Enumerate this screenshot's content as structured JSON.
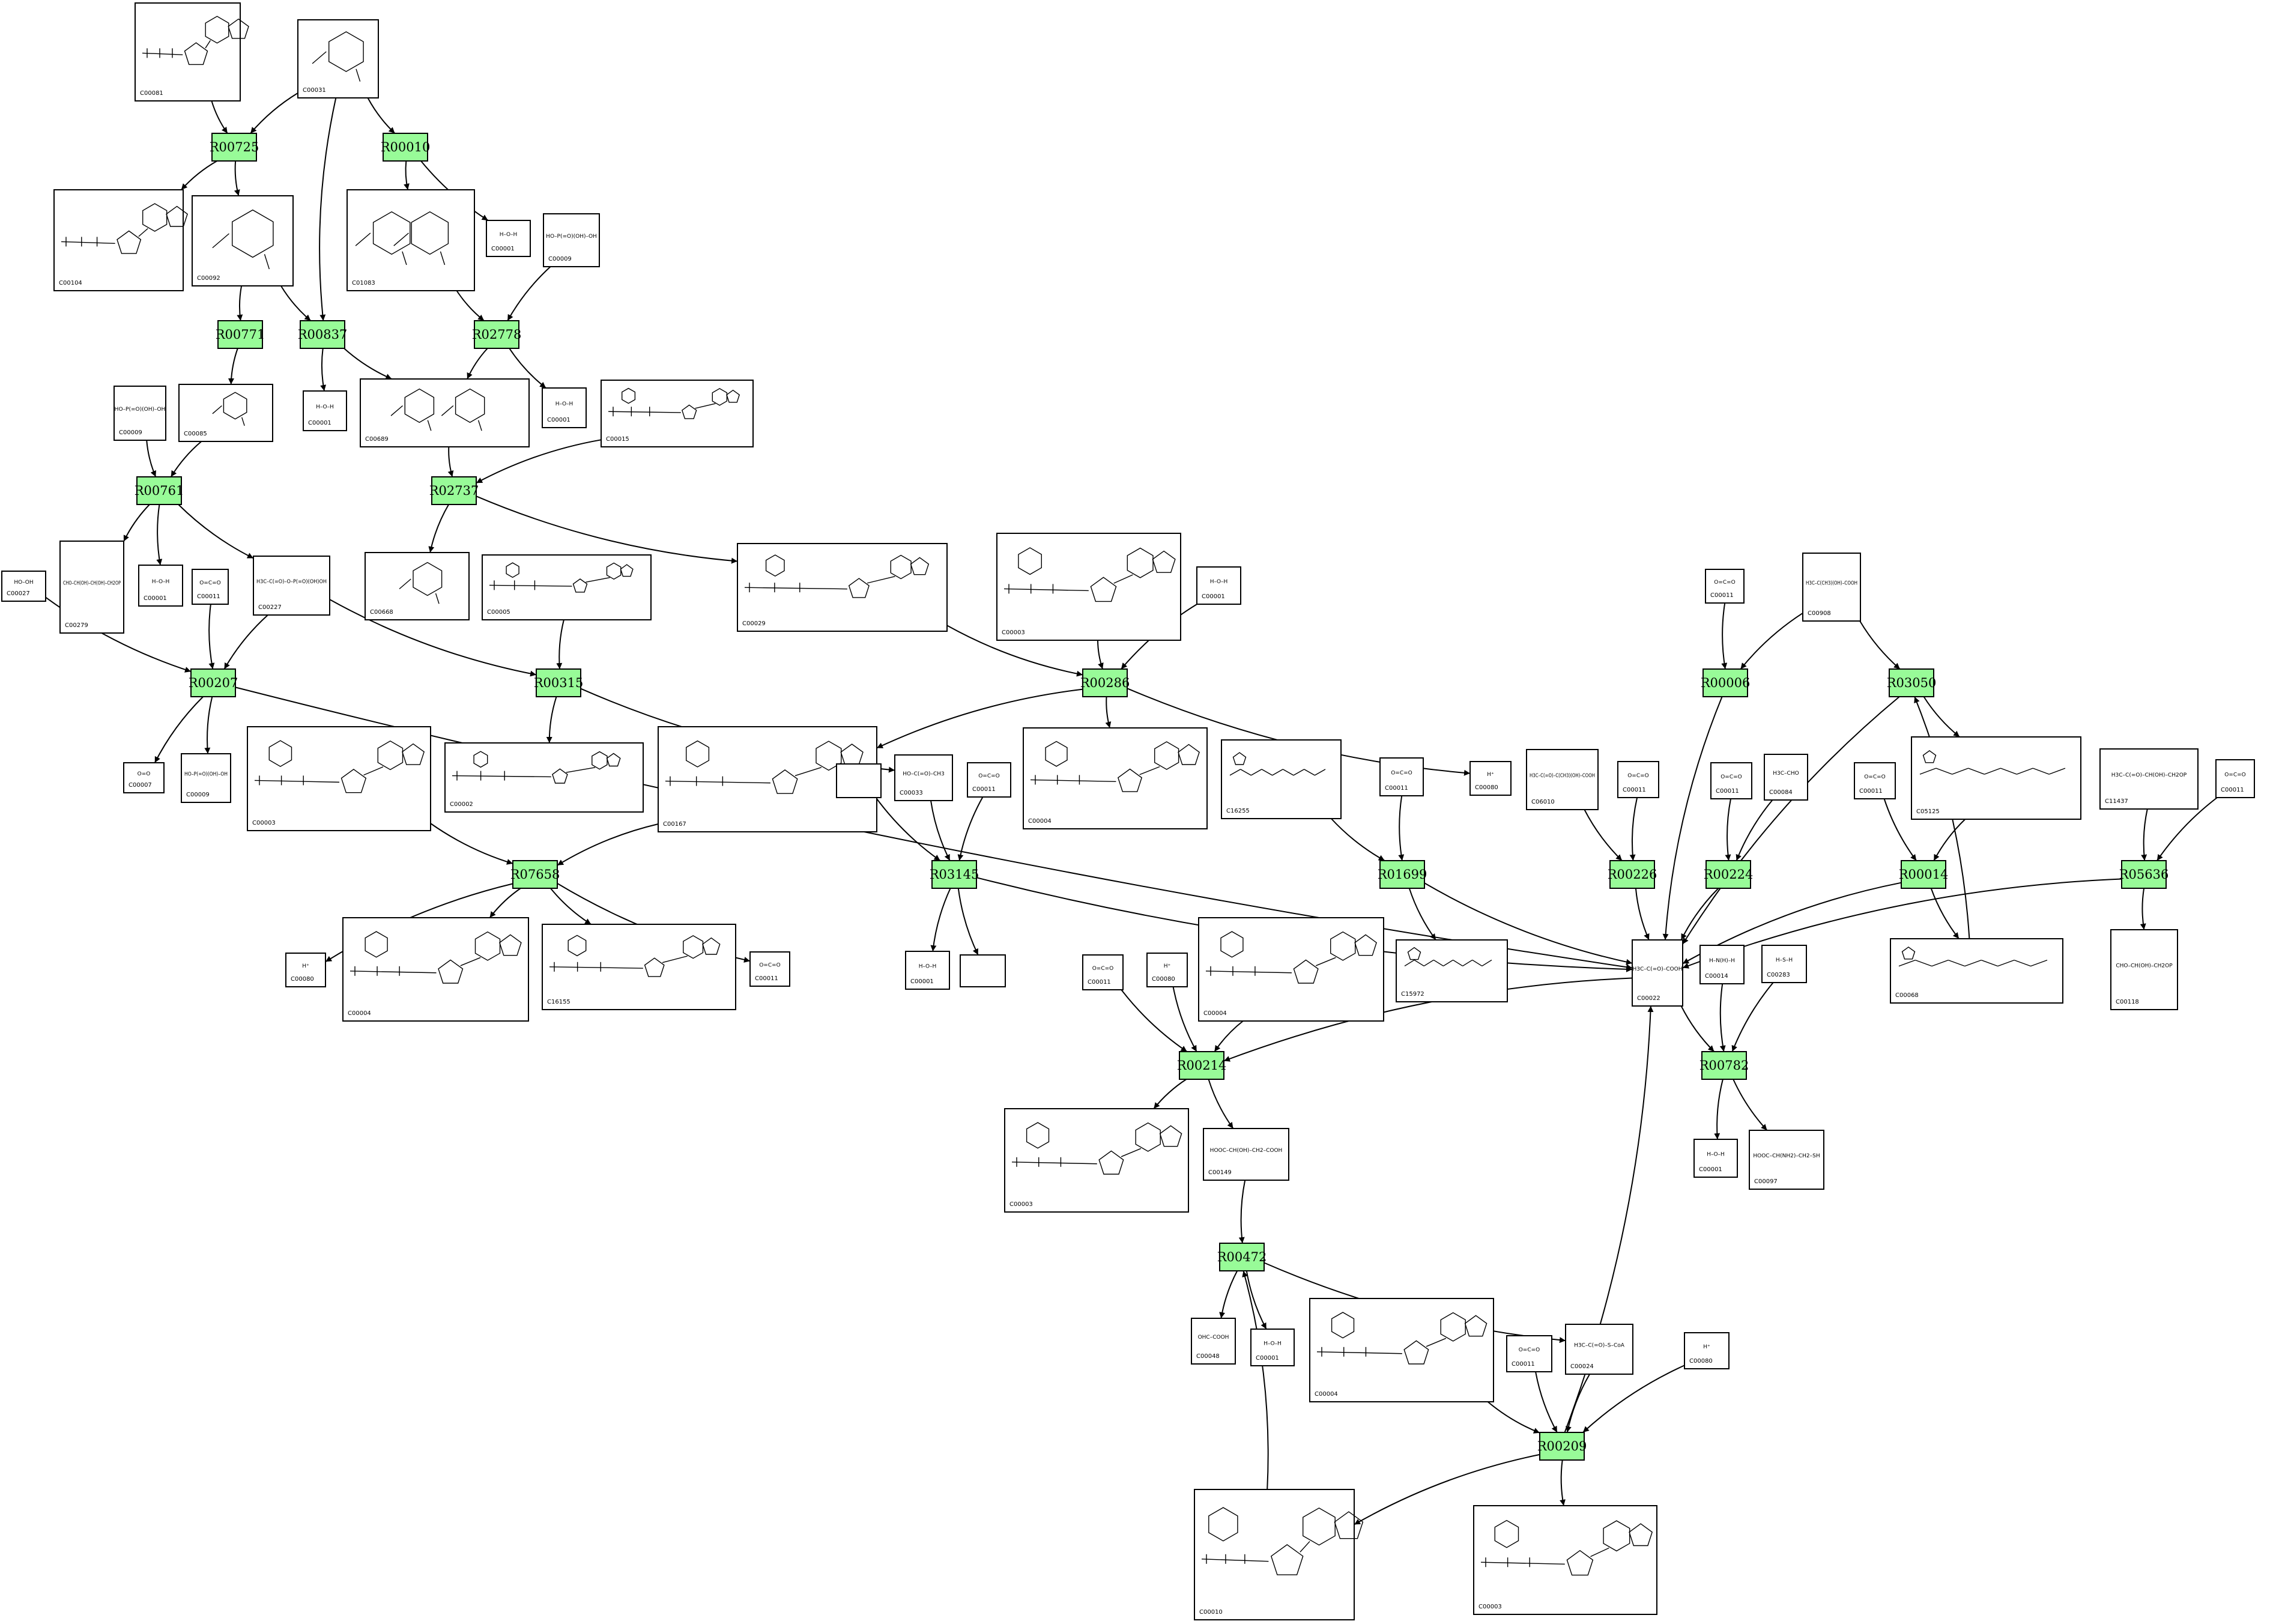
{
  "reactions": [
    {
      "id": "R00725"
    },
    {
      "id": "R00010"
    },
    {
      "id": "R00771"
    },
    {
      "id": "R00837"
    },
    {
      "id": "R02778"
    },
    {
      "id": "R00761"
    },
    {
      "id": "R02737"
    },
    {
      "id": "R00207"
    },
    {
      "id": "R00315"
    },
    {
      "id": "R00286"
    },
    {
      "id": "R07658"
    },
    {
      "id": "R03145"
    },
    {
      "id": "R01699"
    },
    {
      "id": "R00226"
    },
    {
      "id": "R00224"
    },
    {
      "id": "R00006"
    },
    {
      "id": "R03050"
    },
    {
      "id": "R00014"
    },
    {
      "id": "R05636"
    },
    {
      "id": "R00214"
    },
    {
      "id": "R00782"
    },
    {
      "id": "R00472"
    },
    {
      "id": "R00209"
    }
  ],
  "compounds": [
    {
      "key": "n1",
      "id": "C00081",
      "kind": "nuc"
    },
    {
      "key": "n2",
      "id": "C00031",
      "kind": "sugar"
    },
    {
      "key": "n3",
      "id": "C00104",
      "kind": "nuc"
    },
    {
      "key": "n4",
      "id": "C00092",
      "kind": "sugar"
    },
    {
      "key": "n5",
      "id": "C01083",
      "kind": "sugar2"
    },
    {
      "key": "n6",
      "id": "C00001",
      "kind": "small",
      "label": "H–O–H"
    },
    {
      "key": "n7",
      "id": "C00009",
      "kind": "small",
      "label": "HO–P(=O)(OH)–OH"
    },
    {
      "key": "n8",
      "id": "C00009",
      "kind": "small",
      "label": "HO–P(=O)(OH)–OH"
    },
    {
      "key": "n9",
      "id": "C00085",
      "kind": "sugar"
    },
    {
      "key": "n10",
      "id": "C00001",
      "kind": "small",
      "label": "H–O–H"
    },
    {
      "key": "n11",
      "id": "C00689",
      "kind": "sugar2"
    },
    {
      "key": "n12",
      "id": "C00001",
      "kind": "small",
      "label": "H–O–H"
    },
    {
      "key": "n13",
      "id": "C00015",
      "kind": "nuc"
    },
    {
      "key": "n14",
      "id": "C00279",
      "kind": "small",
      "label": "CHO–CH(OH)–CH(OH)–CH2OP"
    },
    {
      "key": "n15",
      "id": "C00001",
      "kind": "small",
      "label": "H–O–H"
    },
    {
      "key": "n16",
      "id": "C00011",
      "kind": "small",
      "label": "O=C=O"
    },
    {
      "key": "n17",
      "id": "C00227",
      "kind": "small",
      "label": "H3C–C(=O)–O–P(=O)(OH)OH"
    },
    {
      "key": "n18",
      "id": "C00027",
      "kind": "small",
      "label": "HO–OH"
    },
    {
      "key": "n19",
      "id": "C00668",
      "kind": "sugar"
    },
    {
      "key": "n20",
      "id": "C00005",
      "kind": "nuc"
    },
    {
      "key": "n21",
      "id": "C00029",
      "kind": "nuc"
    },
    {
      "key": "n22",
      "id": "C00003",
      "kind": "nuc"
    },
    {
      "key": "n23",
      "id": "C00001",
      "kind": "small",
      "label": "H–O–H"
    },
    {
      "key": "n24",
      "id": "C00011",
      "kind": "small",
      "label": "O=C=O"
    },
    {
      "key": "n25",
      "id": "C00908",
      "kind": "small",
      "label": "H3C–C(CH3)(OH)–COOH"
    },
    {
      "key": "n26",
      "id": "C00007",
      "kind": "small",
      "label": "O=O"
    },
    {
      "key": "n27",
      "id": "C00009",
      "kind": "small",
      "label": "HO–P(=O)(OH)–OH"
    },
    {
      "key": "n28",
      "id": "C00003",
      "kind": "nuc"
    },
    {
      "key": "n29",
      "id": "C00002",
      "kind": "nuc"
    },
    {
      "key": "n30",
      "id": "C00167",
      "kind": "nuc"
    },
    {
      "key": "n31",
      "id": "",
      "kind": "empty"
    },
    {
      "key": "n32",
      "id": "C00033",
      "kind": "small",
      "label": "HO–C(=O)–CH3"
    },
    {
      "key": "n33",
      "id": "C00011",
      "kind": "small",
      "label": "O=C=O"
    },
    {
      "key": "n34",
      "id": "C00004",
      "kind": "nuc"
    },
    {
      "key": "n35",
      "id": "C00080",
      "kind": "small",
      "label": "H⁺"
    },
    {
      "key": "n36",
      "id": "C16255",
      "kind": "chain"
    },
    {
      "key": "n37",
      "id": "C00011",
      "kind": "small",
      "label": "O=C=O"
    },
    {
      "key": "n38",
      "id": "C06010",
      "kind": "small",
      "label": "H3C–C(=O)–C(CH3)(OH)–COOH"
    },
    {
      "key": "n39",
      "id": "C00011",
      "kind": "small",
      "label": "O=C=O"
    },
    {
      "key": "n40",
      "id": "C00011",
      "kind": "small",
      "label": "O=C=O"
    },
    {
      "key": "n41",
      "id": "C00084",
      "kind": "small",
      "label": "H3C–CHO"
    },
    {
      "key": "n42",
      "id": "C00011",
      "kind": "small",
      "label": "O=C=O"
    },
    {
      "key": "n43",
      "id": "C05125",
      "kind": "chain"
    },
    {
      "key": "n44",
      "id": "C11437",
      "kind": "small",
      "label": "H3C–C(=O)–CH(OH)–CH2OP"
    },
    {
      "key": "n45",
      "id": "C00011",
      "kind": "small",
      "label": "O=C=O"
    },
    {
      "key": "n46",
      "id": "C00080",
      "kind": "small",
      "label": "H⁺"
    },
    {
      "key": "n47",
      "id": "C00004",
      "kind": "nuc"
    },
    {
      "key": "n48",
      "id": "C16155",
      "kind": "nuc"
    },
    {
      "key": "n49",
      "id": "C00011",
      "kind": "small",
      "label": "O=C=O"
    },
    {
      "key": "n50",
      "id": "C00001",
      "kind": "small",
      "label": "H–O–H"
    },
    {
      "key": "n51",
      "id": "",
      "kind": "empty"
    },
    {
      "key": "n52",
      "id": "C15972",
      "kind": "chain"
    },
    {
      "key": "n53",
      "id": "C00022",
      "kind": "small",
      "label": "H3C–C(=O)–COOH"
    },
    {
      "key": "n54",
      "id": "C00014",
      "kind": "small",
      "label": "H–N(H)–H"
    },
    {
      "key": "n55",
      "id": "C00283",
      "kind": "small",
      "label": "H–S–H"
    },
    {
      "key": "n56",
      "id": "C00068",
      "kind": "chain"
    },
    {
      "key": "n57",
      "id": "C00118",
      "kind": "small",
      "label": "CHO–CH(OH)–CH2OP"
    },
    {
      "key": "n58",
      "id": "C00011",
      "kind": "small",
      "label": "O=C=O"
    },
    {
      "key": "n59",
      "id": "C00080",
      "kind": "small",
      "label": "H⁺"
    },
    {
      "key": "n60",
      "id": "C00004",
      "kind": "nuc"
    },
    {
      "key": "n61",
      "id": "C00003",
      "kind": "nuc"
    },
    {
      "key": "n62",
      "id": "C00149",
      "kind": "small",
      "label": "HOOC–CH(OH)–CH2–COOH"
    },
    {
      "key": "n63",
      "id": "C00001",
      "kind": "small",
      "label": "H–O–H"
    },
    {
      "key": "n64",
      "id": "C00097",
      "kind": "small",
      "label": "HOOC–CH(NH2)–CH2–SH"
    },
    {
      "key": "n65",
      "id": "C00048",
      "kind": "small",
      "label": "OHC–COOH"
    },
    {
      "key": "n66",
      "id": "C00001",
      "kind": "small",
      "label": "H–O–H"
    },
    {
      "key": "n67",
      "id": "C00004",
      "kind": "nuc"
    },
    {
      "key": "n68",
      "id": "C00011",
      "kind": "small",
      "label": "O=C=O"
    },
    {
      "key": "n69",
      "id": "C00024",
      "kind": "small",
      "label": "H3C–C(=O)–S–CoA"
    },
    {
      "key": "n70",
      "id": "C00080",
      "kind": "small",
      "label": "H⁺"
    },
    {
      "key": "n71",
      "id": "C00010",
      "kind": "nuc"
    },
    {
      "key": "n72",
      "id": "C00003",
      "kind": "nuc"
    }
  ]
}
